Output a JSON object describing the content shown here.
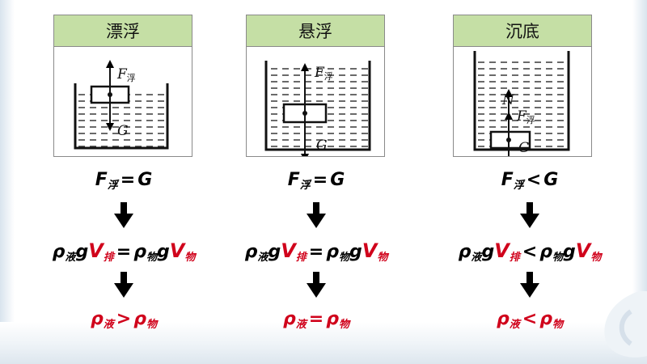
{
  "states": [
    {
      "title": "漂浮",
      "force_up": {
        "letter": "F",
        "sub": "浮"
      },
      "force_down": {
        "letter": "G"
      },
      "relation1": {
        "left": "F",
        "left_sub": "浮",
        "op": "=",
        "right": "G"
      },
      "relation2": {
        "l_rho": "ρ",
        "l_rho_sub": "液",
        "l_g": "g",
        "l_V": "V",
        "l_V_sub": "排",
        "op": "=",
        "r_rho": "ρ",
        "r_rho_sub": "物",
        "r_g": "g",
        "r_V": "V",
        "r_V_sub": "物"
      },
      "relation3": {
        "l_rho": "ρ",
        "l_sub": "液",
        "op": ">",
        "r_rho": "ρ",
        "r_sub": "物"
      }
    },
    {
      "title": "悬浮",
      "force_up": {
        "letter": "F",
        "sub": "浮"
      },
      "force_down": {
        "letter": "G"
      },
      "relation1": {
        "left": "F",
        "left_sub": "浮",
        "op": "=",
        "right": "G"
      },
      "relation2": {
        "l_rho": "ρ",
        "l_rho_sub": "液",
        "l_g": "g",
        "l_V": "V",
        "l_V_sub": "排",
        "op": "=",
        "r_rho": "ρ",
        "r_rho_sub": "物",
        "r_g": "g",
        "r_V": "V",
        "r_V_sub": "物"
      },
      "relation3": {
        "l_rho": "ρ",
        "l_sub": "液",
        "op": "=",
        "r_rho": "ρ",
        "r_sub": "物"
      }
    },
    {
      "title": "沉底",
      "force_normal": {
        "letter": "N"
      },
      "force_up": {
        "letter": "F",
        "sub": "浮"
      },
      "force_down": {
        "letter": "G"
      },
      "relation1": {
        "left": "F",
        "left_sub": "浮",
        "op": "<",
        "right": "G"
      },
      "relation2": {
        "l_rho": "ρ",
        "l_rho_sub": "液",
        "l_g": "g",
        "l_V": "V",
        "l_V_sub": "排",
        "op": "<",
        "r_rho": "ρ",
        "r_rho_sub": "物",
        "r_g": "g",
        "r_V": "V",
        "r_V_sub": "物"
      },
      "relation3": {
        "l_rho": "ρ",
        "l_sub": "液",
        "op": "<",
        "r_rho": "ρ",
        "r_sub": "物"
      }
    }
  ],
  "colors": {
    "header_green": "#c5dfa5",
    "highlight_red": "#d0021b",
    "liquid_dash": "#444444"
  }
}
